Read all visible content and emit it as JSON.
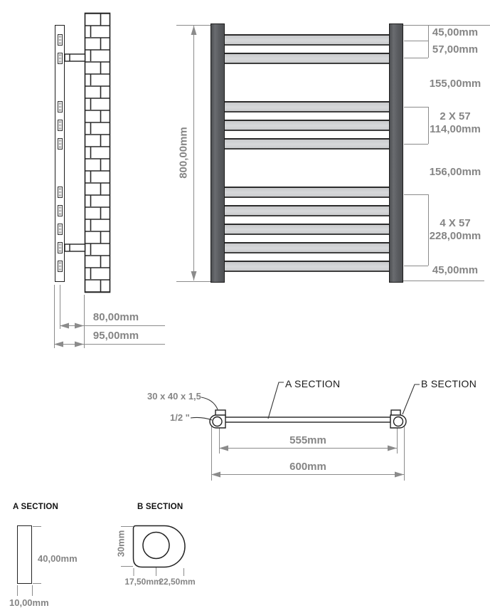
{
  "drawing_title": "towel-radiator-technical-drawing",
  "front_view": {
    "height_label": "800,00mm",
    "right_dims": [
      "45,00mm",
      "57,00mm",
      "155,00mm",
      "2 X 57",
      "114,00mm",
      "156,00mm",
      "4 X 57",
      "228,00mm",
      "45,00mm"
    ],
    "bar_count": 10,
    "bar_groups": [
      2,
      3,
      5
    ]
  },
  "side_view": {
    "offset_dim": "80,00mm",
    "depth_dim": "95,00mm"
  },
  "plan_view": {
    "section_a": "A SECTION",
    "section_b": "B SECTION",
    "tube_profile": "30 x 40 x 1,5",
    "thread": "1/2 \"",
    "inner_width": "555mm",
    "total_width": "600mm"
  },
  "section_a_detail": {
    "title": "A SECTION",
    "height": "40,00mm",
    "width": "10,00mm"
  },
  "section_b_detail": {
    "title": "B SECTION",
    "height": "30mm",
    "center_offset": "17,50mm",
    "edge_offset": "22,50mm"
  },
  "colors": {
    "collector_column": "#5e6063",
    "towel_bar": "#d2d3d5",
    "dimension_text": "#858585",
    "outline": "#222222",
    "background": "#ffffff"
  }
}
